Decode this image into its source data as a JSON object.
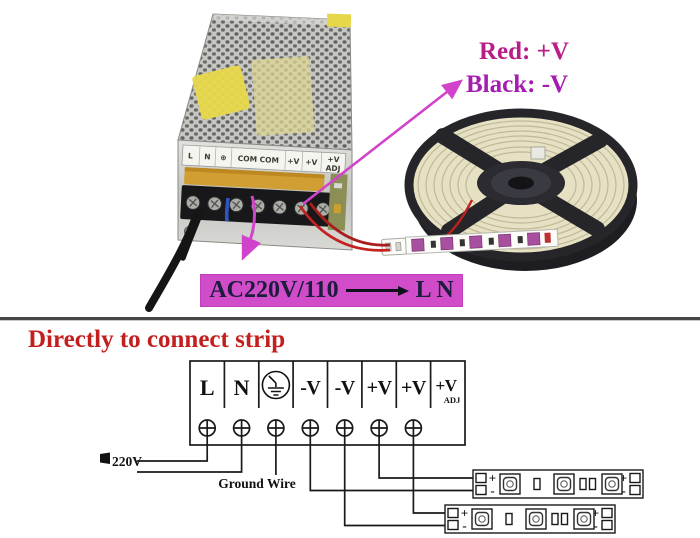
{
  "photo": {
    "psu": {
      "front_labels": [
        "L",
        "N",
        "⊕",
        "COM COM",
        "+V",
        "+V",
        "+V",
        "ADJ"
      ]
    },
    "annotations": {
      "red_wire": "Red: +V",
      "black_wire": "Black: -V",
      "ac_input": "AC220V/110",
      "ac_terminals": "L N"
    }
  },
  "diagram": {
    "title": "Directly to connect strip",
    "terminals": [
      "L",
      "N",
      "",
      "-V",
      "-V",
      "+V",
      "+V",
      "+V"
    ],
    "adj": "ADJ",
    "input_label": "220V",
    "ground_label": "Ground Wire",
    "plus": "+",
    "minus": "-"
  },
  "colors": {
    "magenta_annotation": "#d143cb",
    "ac_label_bg": "#d14cc9",
    "title_red": "#c41f1f",
    "red_wire_text": "#b91d86",
    "black_wire_text": "#a51cb0",
    "wire_black": "#1a1a1a"
  }
}
